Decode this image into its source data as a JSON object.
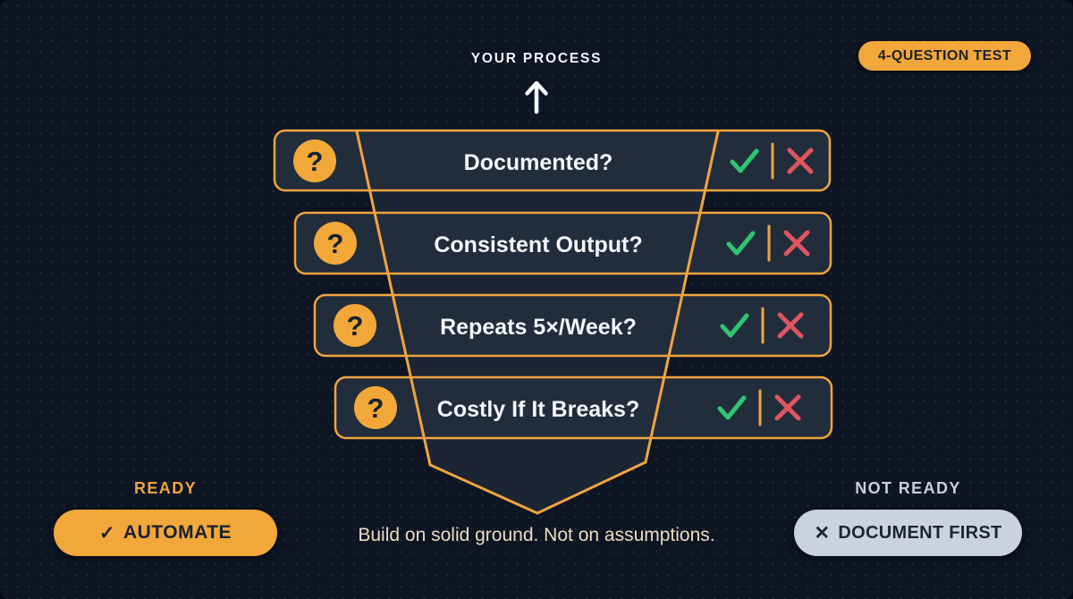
{
  "header": {
    "process_label": "YOUR PROCESS",
    "badge_label": "4-QUESTION TEST"
  },
  "questions": [
    {
      "label": "Documented?"
    },
    {
      "label": "Consistent Output?"
    },
    {
      "label": "Repeats 5×/Week?"
    },
    {
      "label": "Costly If It Breaks?"
    }
  ],
  "icons": {
    "question_mark": "?",
    "check": "✓",
    "cross": "✕",
    "arrow_up": "up-arrow",
    "yes_icon": "check-icon",
    "no_icon": "x-icon"
  },
  "outcomes": {
    "ready_label": "READY",
    "automate_label": "AUTOMATE",
    "not_ready_label": "NOT READY",
    "document_first_label": "DOCUMENT FIRST"
  },
  "tagline": "Build on solid ground. Not on assumptions.",
  "colors": {
    "background": "#0D1422",
    "accent_orange": "#F0A43F",
    "button_orange": "#F2A73A",
    "panel_navy": "#222D3C",
    "funnel_navy": "#1B2534",
    "yes_green": "#2EC573",
    "no_red": "#DF5560",
    "neutral_button": "#CAD2DF",
    "cream_text": "#EADDC0",
    "white_text": "#F3F6FA"
  }
}
